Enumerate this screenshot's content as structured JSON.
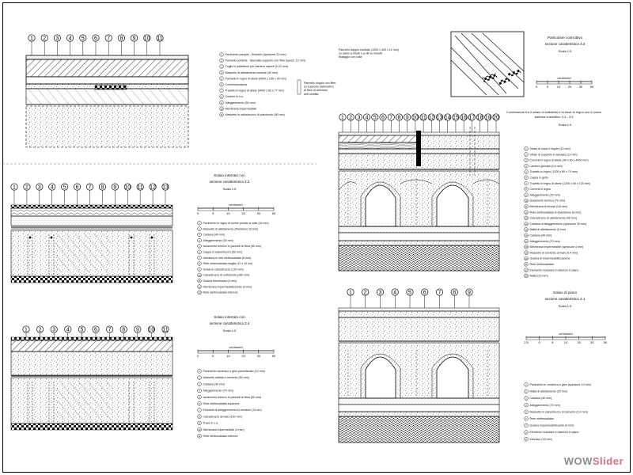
{
  "detail_a": {
    "callouts": [
      "1",
      "2",
      "3",
      "4",
      "5",
      "6",
      "7",
      "8",
      "9",
      "10",
      "11"
    ],
    "legend": [
      "Pavimento parquet - Elmstein (spessore 22 mm)",
      "Pannello portante - Specialis supporto con fibre (spess. 12 mm)",
      "Foglio in polietilene per barriera vapore (0,22 mm)",
      "Massetto di allettamento isolante (40 mm)",
      "Pannello in legno di abete (4000 x 150 x 30 mm)",
      "Controlistonatura",
      "Travetto in legno di abete (4000 x 65 x 77 mm)",
      "Cordolo in c.a.",
      "Alleggerimento (50 mm)",
      "Membrana impermeabile",
      "Massetto in calcestruzzo di sottofondo (80 mm)"
    ],
    "side_note": [
      "Pannello doppio con fibre",
      "su supporto sistematico",
      "di fibre di cellulosa",
      "anti umidita"
    ],
    "top_note": [
      "Pannello doppio incollato (1200 x 400 x 12 mm)",
      "su piano a chiodi o a viti su travetti",
      "fissaggio con colla"
    ]
  },
  "detail_b": {
    "title": "Solaio interrato con",
    "subtitle": "sezione caratteristica 3.2",
    "scale": "Scala 1:5",
    "scalebar_label": "centimetri",
    "scalebar_ticks": [
      "0",
      "5",
      "10",
      "20",
      "30",
      "50"
    ],
    "callouts": [
      "1",
      "2",
      "3",
      "4",
      "5",
      "6",
      "7",
      "8",
      "9",
      "10",
      "11",
      "12",
      "13"
    ],
    "legend": [
      "Pavimento in legno di rovere posato a colla (15 mm)",
      "Massetto di allettamento (Pandomo 15 mm)",
      "Caldana (40 mm)",
      "Alleggerimento (30 mm)",
      "Isolamento termico in pannelli di fibra (50 mm)",
      "Cappa in calcestruzzo (50 mm)",
      "Armatura in rete elettrosaldata (6 mm)",
      "Rete elettrosaldata maglia (10 x 10 cm)",
      "Solaio in calcestruzzo (120 mm)",
      "Calcestruzzo di sottofondo (180 mm)",
      "Guaina bituminosa (4 mm)",
      "Membrana impermeabilizzante (4 mm)",
      "Rete elettrosaldata inferiore"
    ]
  },
  "detail_c": {
    "title": "Solaio interrato con",
    "subtitle": "sezione caratteristica 3.4",
    "scale": "Scala 1:5",
    "scalebar_label": "centimetri",
    "scalebar_ticks": [
      "0",
      "5",
      "10",
      "20",
      "30",
      "50"
    ],
    "callouts": [
      "1",
      "2",
      "3",
      "4",
      "5",
      "6",
      "7",
      "8",
      "9",
      "10",
      "11"
    ],
    "legend": [
      "Pavimento ceramico o gres porcellanato (10 mm)",
      "Massetto sabbia e cemento (50 mm)",
      "Caldana (40 mm)",
      "Alleggerimento (70 mm)",
      "Isolamento termico in pannelli di fibra (50 mm)",
      "Rete elettrosaldata superiore",
      "Elementi di alleggerimento in cemento (24 cm)",
      "Calcestruzzo armato (150 mm)",
      "Trave in c.a.",
      "Membrana impermeabile (4 mm)",
      "Rete elettrosaldata inferiore"
    ]
  },
  "detail_d": {
    "title": "Particolare costruttivo",
    "subtitle": "sezione caratteristica 3.2",
    "scale": "Scala 1:5",
    "scalebar_label": "centimetri",
    "scalebar_ticks": [
      "0",
      "5",
      "10",
      "20",
      "30",
      "50"
    ],
    "caption": [
      "Connessione fra il solaio di sottotetto e la trave in legno con il nuovo",
      "sistema costruttivo 3.4 - 3.5"
    ],
    "scale2": "Scala 1:5",
    "callouts": [
      "1",
      "2",
      "3",
      "4",
      "5",
      "6",
      "7",
      "8",
      "9",
      "10",
      "11",
      "12",
      "13",
      "14",
      "15",
      "16",
      "17",
      "18",
      "19",
      "20"
    ],
    "legend": [
      "Strato di coppi e tegole (20 mm)",
      "Strato di supporto in tavolato (12 mm)",
      "Correnti in legno di abete (40 x 60 x 4000 mm)",
      "Lamiera grecata (0,6 mm)",
      "Travetto in legno (1200 x 60 x 70 mm)",
      "Cappa in getto",
      "Travetto in legno di abete (1200 x 80 x 120 mm)",
      "Correnti in legno",
      "Alleggerimento (25 mm)",
      "Isolamento termico (70 mm)",
      "Membrana di tenuta (0,8 mm)",
      "Rete elettrosaldata di ripartizione (6 mm)",
      "Calcestruzzo di allettamento (40 mm)",
      "Caldana di alleggerimento (spessore 30 mm)",
      "Malta di allettamento (5 mm)",
      "Caldana (40 mm)",
      "Alleggerimento (70 mm)",
      "Membrana impermeabile (spessore 4 mm)",
      "Massetto di cemento armato (0,4 mm)",
      "Guaina di impermeabilizzazione",
      "Rete elettrosaldata",
      "Elemento modulare in laterizio in piano",
      "Malta (20 mm)"
    ]
  },
  "detail_e": {
    "title": "Solaio di piano",
    "subtitle": "sezione caratteristica 3.1",
    "scale": "Scala 1:5",
    "scalebar_label": "centimetri",
    "scalebar_ticks": [
      "2.5",
      "0",
      "5",
      "10",
      "20",
      "30",
      "50"
    ],
    "callouts": [
      "1",
      "2",
      "3",
      "4",
      "5",
      "6",
      "7",
      "8",
      "9"
    ],
    "legend": [
      "Pavimento in ceramica o gres (spessore 10 mm)",
      "Malta di allettamento (20 mm)",
      "Caldana (40 mm)",
      "Alleggerimento (70 mm)",
      "Massetto in calcestruzzo di cemento (0,4 mm)",
      "Rete elettrosaldata",
      "Guaina impermeabilizzante (4 mm)",
      "Elemento modulare in laterizio in piano",
      "Intonaco (15 mm)"
    ]
  },
  "watermark": {
    "part1": "WOW",
    "part2": "Slider"
  }
}
